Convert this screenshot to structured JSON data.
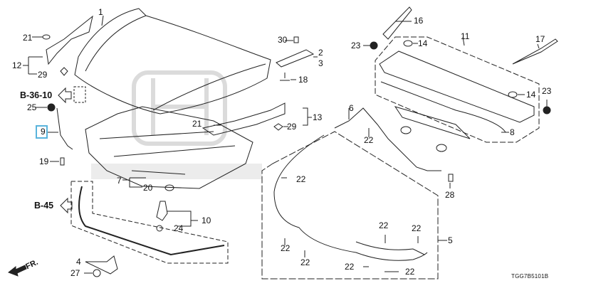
{
  "diagram": {
    "callouts": [
      "1",
      "21",
      "12",
      "29",
      "25",
      "9",
      "21",
      "29",
      "30",
      "2",
      "3",
      "18",
      "13",
      "16",
      "11",
      "23",
      "14",
      "17",
      "14",
      "23",
      "6",
      "22",
      "8",
      "19",
      "7",
      "20",
      "10",
      "24",
      "4",
      "27",
      "22",
      "22",
      "22",
      "22",
      "22",
      "22",
      "22",
      "5",
      "28"
    ],
    "references": {
      "upper": "B-36-10",
      "lower": "B-45"
    },
    "direction_label": "FR.",
    "drawing_code": "TGG7B5101B",
    "highlight_color": "#5ab4dc"
  }
}
